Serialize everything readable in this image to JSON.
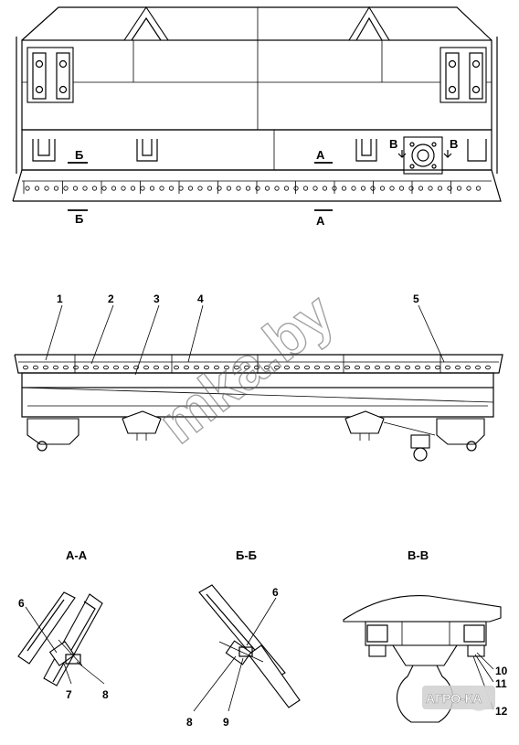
{
  "corner_mark": "",
  "sections": {
    "aa": "А-А",
    "bb": "Б-Б",
    "vv": "В-В"
  },
  "cut_marks": {
    "b_top": "Б",
    "a_top": "А",
    "b_bottom": "Б",
    "a_bottom": "А",
    "v_left": "В",
    "v_right": "В"
  },
  "callouts": {
    "c1": "1",
    "c2": "2",
    "c3": "3",
    "c4": "4",
    "c5": "5",
    "aa6": "6",
    "aa7": "7",
    "aa8": "8",
    "bb6": "6",
    "bb8": "8",
    "bb9": "9",
    "vv10": "10",
    "vv11": "11",
    "vv12": "12"
  },
  "watermark": "mka.by",
  "logo_text": "АГРО-КА"
}
